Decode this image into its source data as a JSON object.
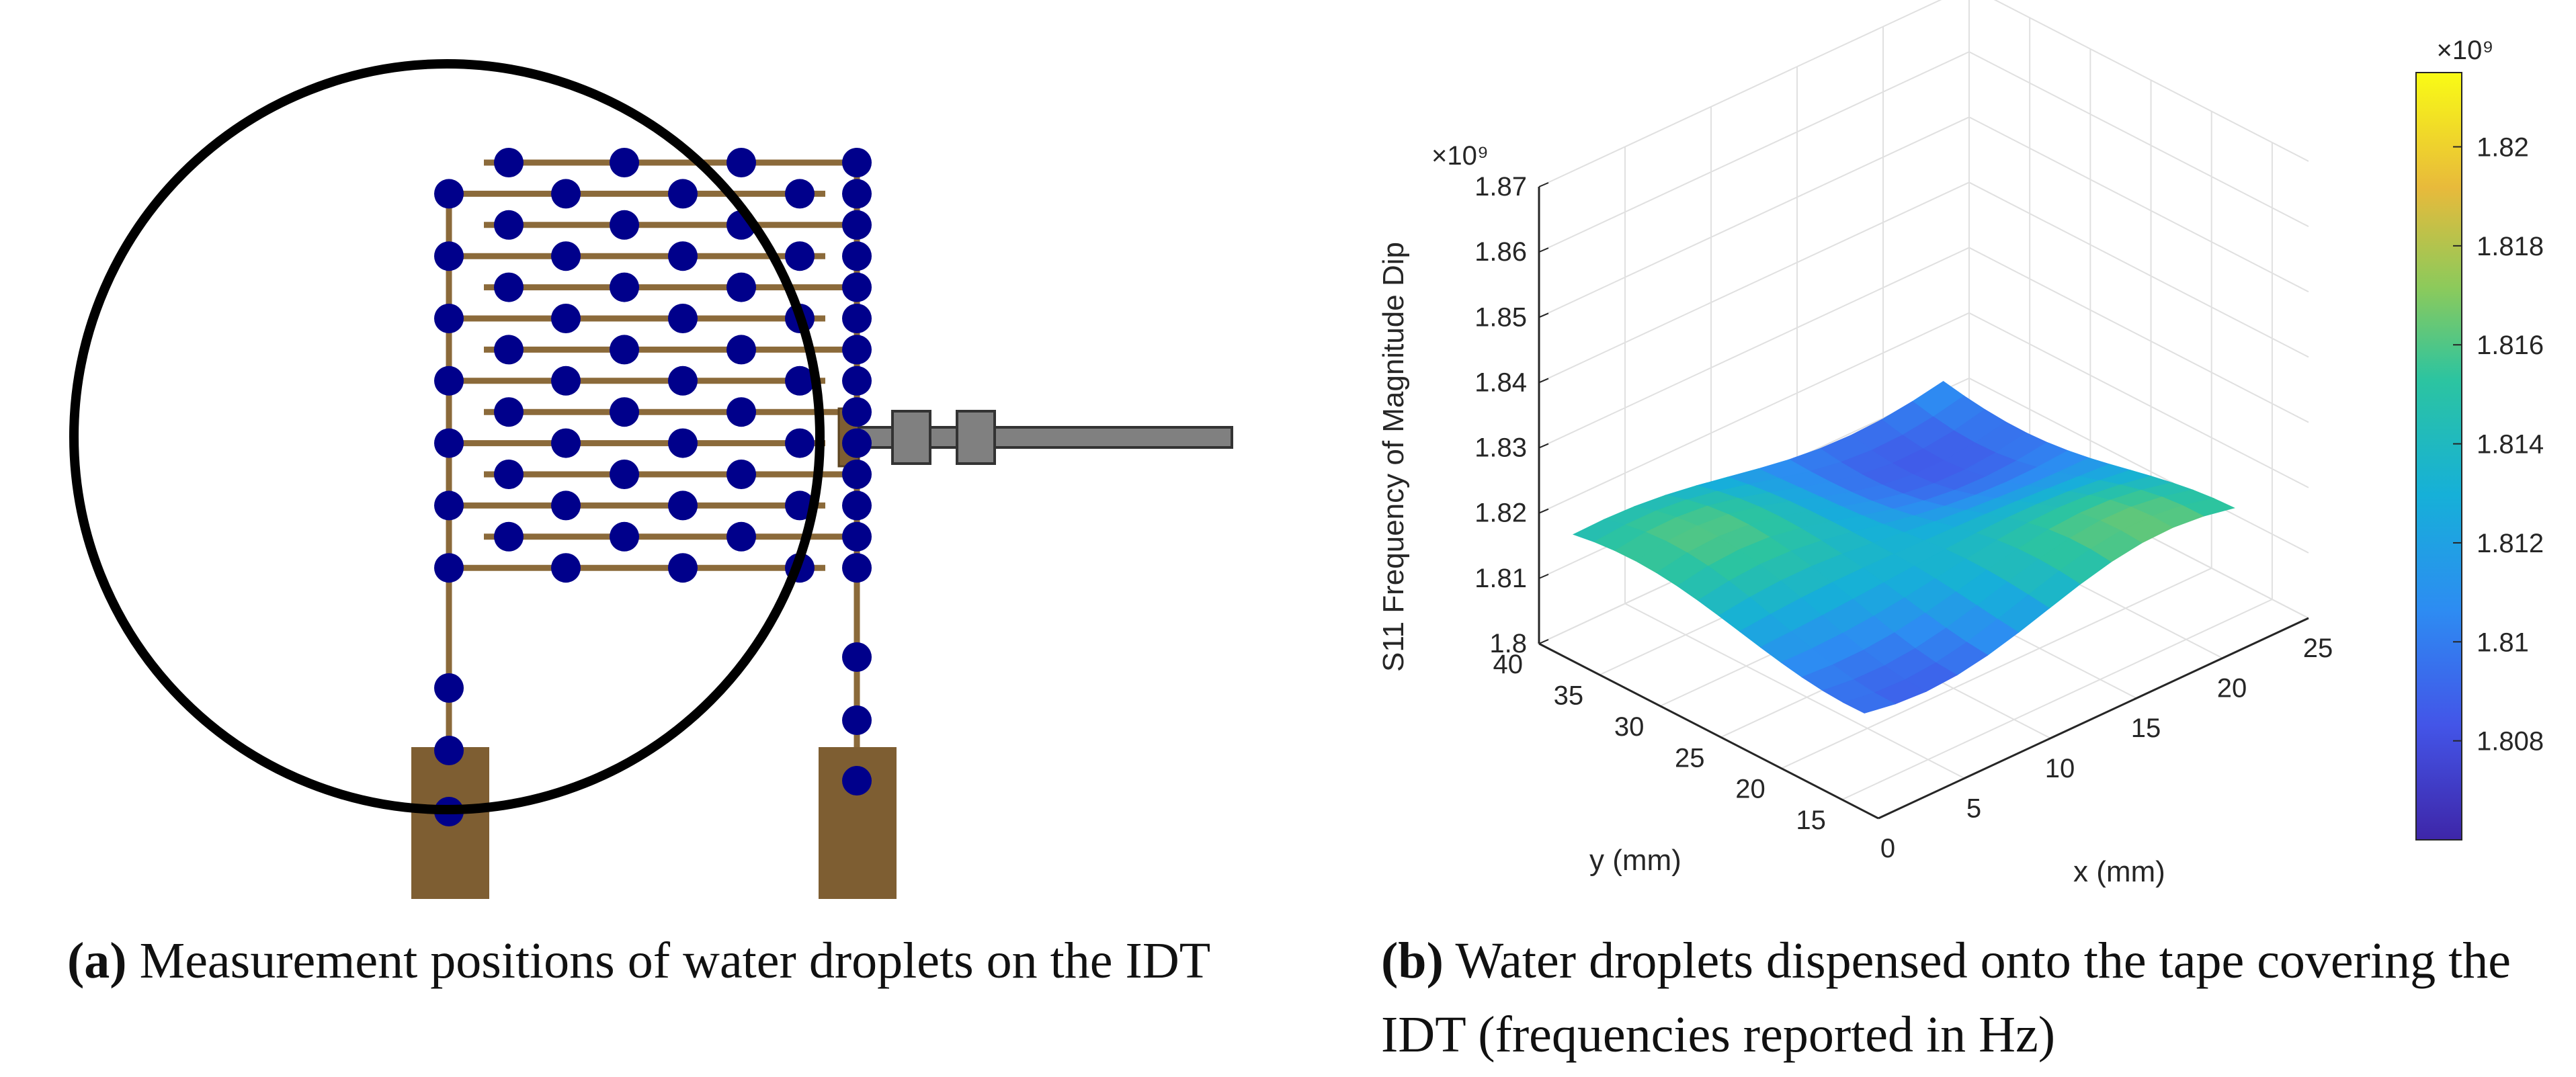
{
  "figure_a": {
    "caption_tag": "(a)",
    "caption_text": "Measurement positions of water droplets on the IDT"
  },
  "figure_b": {
    "caption_tag": "(b)",
    "caption_text": "Water droplets dispensed onto the tape covering the IDT (frequencies reported in Hz)"
  },
  "chart_data": {
    "type": "surface",
    "zlabel": "S11 Frequency of Magnitude Dip",
    "xlabel": "x (mm)",
    "ylabel": "y (mm)",
    "z_exponent": "×10⁹",
    "colorbar_exponent": "×10⁹",
    "x_ticks": [
      "0",
      "5",
      "10",
      "15",
      "20",
      "25"
    ],
    "y_ticks": [
      "15",
      "20",
      "25",
      "30",
      "35",
      "40"
    ],
    "z_ticks": [
      "1.8",
      "1.81",
      "1.82",
      "1.83",
      "1.84",
      "1.85",
      "1.86",
      "1.87"
    ],
    "colorbar_ticks": [
      "1.808",
      "1.81",
      "1.812",
      "1.814",
      "1.816",
      "1.818",
      "1.82"
    ],
    "xlim": [
      0,
      25
    ],
    "ylim": [
      12,
      40
    ],
    "zlim": [
      1800000000.0,
      1870000000.0
    ],
    "colorbar_range": [
      1806000000.0,
      1821500000.0
    ],
    "grid": true,
    "colormap": "parula",
    "colors": {
      "droplet": "#00008B",
      "electrode": "#8B6A3A",
      "pad": "#7E5E32",
      "connector": "#808080"
    }
  }
}
